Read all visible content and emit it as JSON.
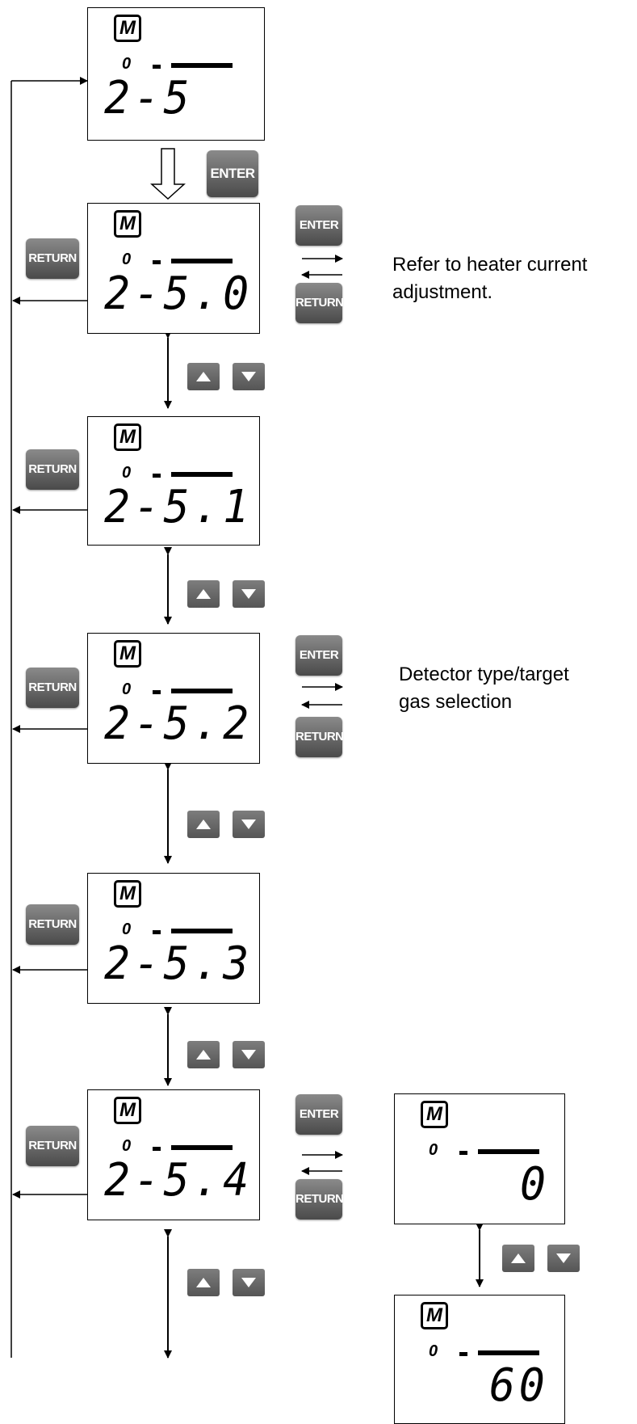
{
  "panels": [
    {
      "mode": "M",
      "ch": "0",
      "code": "2-5"
    },
    {
      "mode": "M",
      "ch": "0",
      "code": "2-5.0"
    },
    {
      "mode": "M",
      "ch": "0",
      "code": "2-5.1"
    },
    {
      "mode": "M",
      "ch": "0",
      "code": "2-5.2"
    },
    {
      "mode": "M",
      "ch": "0",
      "code": "2-5.3"
    },
    {
      "mode": "M",
      "ch": "0",
      "code": "2-5.4"
    },
    {
      "mode": "M",
      "ch": "0",
      "code": "0"
    },
    {
      "mode": "M",
      "ch": "0",
      "code": "60"
    }
  ],
  "keys": {
    "enter": "ENTER",
    "return": "RETURN"
  },
  "notes": {
    "heater_1": "Refer to heater current",
    "heater_2": "adjustment.",
    "detector_1": "Detector type/target",
    "detector_2": "gas selection"
  },
  "colors": {
    "key_top": "#8a8a8a",
    "key_bottom": "#4a4a4a",
    "line": "#000000"
  }
}
